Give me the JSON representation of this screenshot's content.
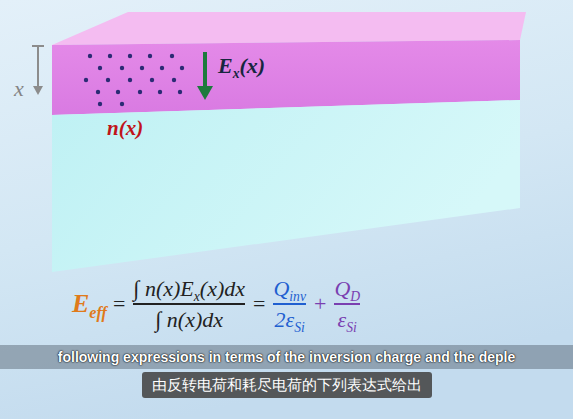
{
  "diagram": {
    "nodes": [
      {
        "text": [
          "E",
          "x",
          "(x)"
        ]
      },
      {
        "text": [
          "n(x)"
        ]
      },
      {
        "text": [
          "following expressions in terms of the inversion charge and the deple"
        ]
      },
      {
        "text": [
          "由反转电荷和耗尽电荷的下列表达式给出"
        ]
      }
    ],
    "labels": [
      "x",
      "E",
      "eff",
      "=",
      "∫ n(x)E",
      "x",
      "(x)dx",
      "∫ n(x)dx",
      "=",
      "Q",
      "inv",
      "2ε",
      "Si",
      "+",
      "Q",
      "D",
      "ε",
      "Si"
    ]
  }
}
